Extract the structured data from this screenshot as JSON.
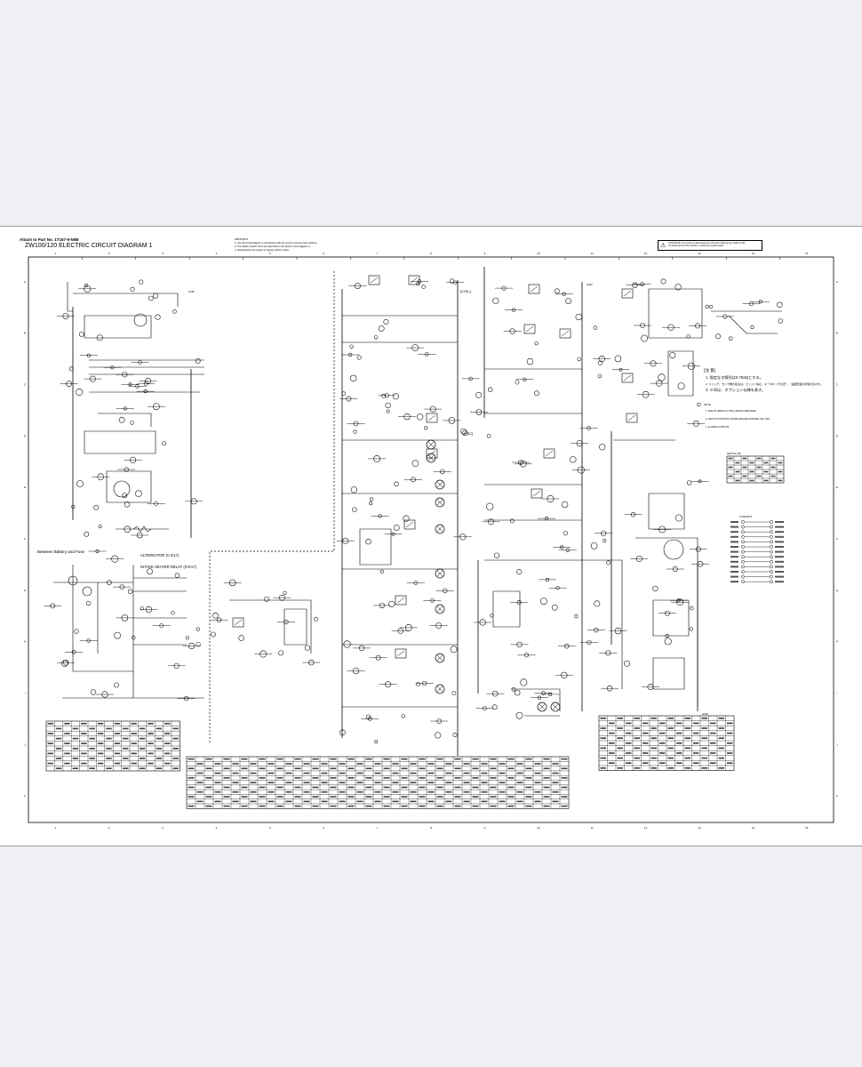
{
  "sheet": {
    "attach_label": "Attach to Part No. 1T167-9-N0B",
    "title": "ZW100/120 ELECTRIC CIRCUIT DIAGRAM 1",
    "notes_heading": "IMPORTANT",
    "notes": [
      "1. Use this circuit diagram in accordance with the service manual of the machine.",
      "2. The details of each circuit are described in the electric circuit diagram 2.",
      "3. Specifications are subject to change without notice."
    ],
    "warning": {
      "line1": "CAUTION Do not remove or disconnect any connector while the key switch is ON.",
      "line2": "To obtain parts for this machine, contact the nearest dealer."
    }
  },
  "grid": {
    "columns": [
      "1",
      "2",
      "3",
      "4",
      "5",
      "6",
      "7",
      "8",
      "9",
      "10",
      "11",
      "12",
      "13",
      "14",
      "15"
    ],
    "rows": [
      "A",
      "B",
      "C",
      "D",
      "E",
      "F",
      "G",
      "H",
      "I",
      "J",
      "K"
    ]
  },
  "sections": {
    "battery_fuse": "Between Battery and Fuse",
    "coil": "[COIL]",
    "fsc": "[FSC]"
  },
  "fuse_labels": [
    "ALTERNATOR (C-E17)",
    "INTAKE HEATER RELAY (D-E17)"
  ],
  "ground_label": "GND",
  "jp_notes": {
    "heading": "[注 意]",
    "lines": [
      "1. 指定なき線径は0.75SQとする。",
      "2. スイッチ、センサ類の接点は、エンジン停止、キーOFF（大気圧）、油温低温の状態を表わす。",
      "3. ※印は、オプション仕様を表す。"
    ]
  },
  "en_notes": {
    "heading": "NOTE",
    "lines": [
      "1. SIZE OF WIRE IS 0.75SQ UNLESS SPECIFIED.",
      "2. SWITCH CONTACTS SHOWN ENGINE STOPPED, KEY OFF.",
      "3. ※ MARK IS OPTION."
    ]
  },
  "legend_titles": {
    "switch_table": "SWITCH (B)",
    "fuse_box": "FUSE BOX"
  }
}
